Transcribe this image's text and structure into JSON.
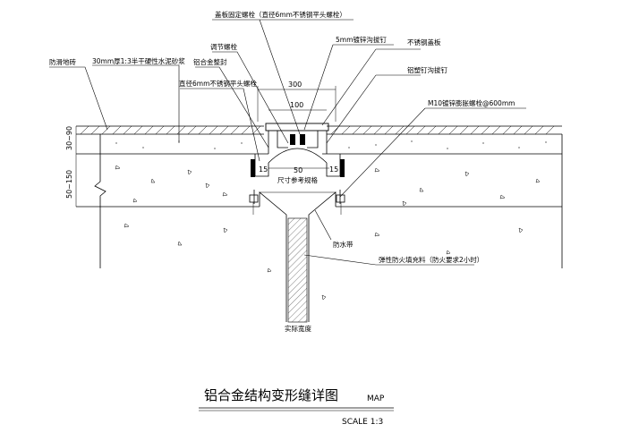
{
  "labels": {
    "cover_fixing_bolt": "盖板固定螺栓（直径6mm不锈钢平头螺栓）",
    "rivet_5mm": "5mm镀锌沟拔钉",
    "stainless_cover": "不锈钢盖板",
    "adjust_bolt": "调节螺栓",
    "aluminum_seal": "铝合金整封",
    "flat_bolt_6mm": "直径6mm不锈钢平头螺栓",
    "surface_layer": "防滑地砖",
    "mortar_30mm": "30mm厚1:3半干硬性水泥砂浆",
    "alu_rivet": "铝塑钉沟拔钉",
    "anchor_bolt": "M10镀锌膨胀螺栓@600mm",
    "waterstop": "防水带",
    "fire_filler": "弹性防火填充料（防火要求2小时）",
    "actual_joint": "实际宽度",
    "inner_note": "尺寸参考规格"
  },
  "dimensions": {
    "d300": "300",
    "d100": "100",
    "d50": "50",
    "d15a": "15",
    "d15b": "15",
    "d30_90": "30~90",
    "d50_150": "50~150"
  },
  "title": {
    "main": "铝合金结构变形缝详图",
    "map": "MAP",
    "scale": "SCALE 1:3"
  }
}
